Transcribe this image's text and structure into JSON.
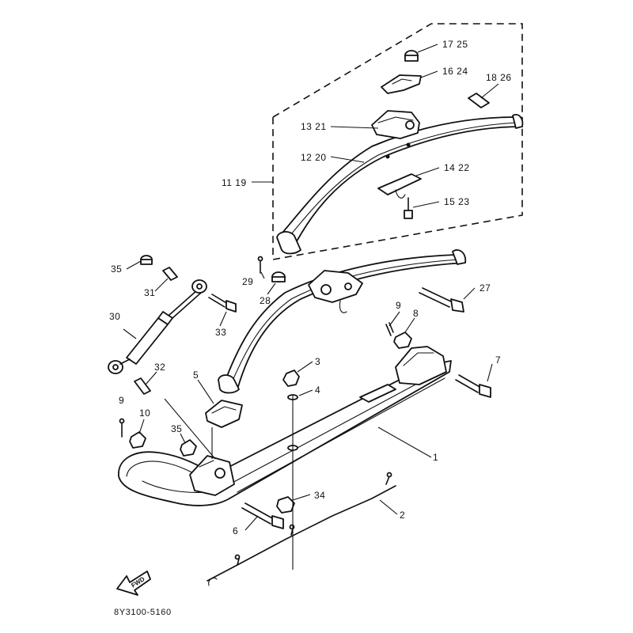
{
  "diagram": {
    "drawing_code": "8Y3100-5160",
    "fwd_label": "FWD",
    "callouts": {
      "c1": "1",
      "c2": "2",
      "c3": "3",
      "c4": "4",
      "c5": "5",
      "c6": "6",
      "c7": "7",
      "c8": "8",
      "c9a": "9",
      "c9b": "9",
      "c10": "10",
      "c11_19": "11 19",
      "c12_20": "12 20",
      "c13_21": "13 21",
      "c14_22": "14 22",
      "c15_23": "15 23",
      "c16_24": "16 24",
      "c17_25": "17 25",
      "c18_26": "18 26",
      "c27": "27",
      "c28": "28",
      "c29": "29",
      "c30": "30",
      "c31": "31",
      "c32": "32",
      "c33": "33",
      "c34": "34",
      "c35a": "35",
      "c35b": "35"
    }
  }
}
